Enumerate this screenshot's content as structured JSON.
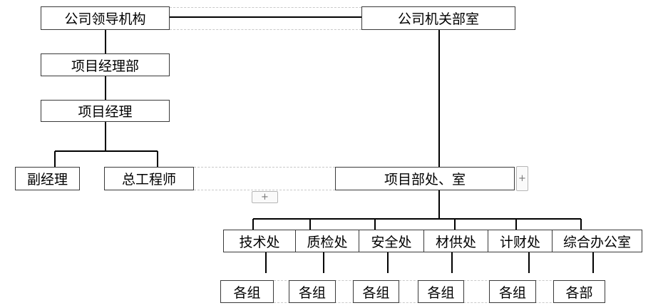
{
  "diagram": {
    "nodes": {
      "leadership": "公司领导机构",
      "hq_departments": "公司机关部室",
      "project_mgmt_dept": "项目经理部",
      "project_manager": "项目经理",
      "deputy_manager": "副经理",
      "chief_engineer": "总工程师",
      "project_divisions": "项目部处、室",
      "tech_div": "技术处",
      "quality_div": "质检处",
      "safety_div": "安全处",
      "material_div": "材供处",
      "finance_div": "计财处",
      "general_office": "综合办公室",
      "group_1": "各组",
      "group_2": "各组",
      "group_3": "各组",
      "group_4": "各组",
      "group_5": "各组",
      "dept_6": "各部"
    },
    "expand_symbol": "+"
  }
}
